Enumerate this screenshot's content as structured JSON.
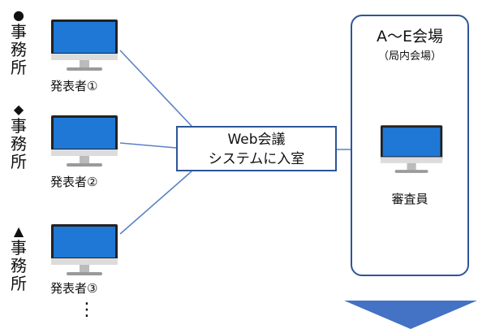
{
  "offices": [
    {
      "marker": "●",
      "label": [
        "事",
        "務",
        "所"
      ],
      "presenter": "発表者①"
    },
    {
      "marker": "◆",
      "label": [
        "事",
        "務",
        "所"
      ],
      "presenter": "発表者②"
    },
    {
      "marker": "▲",
      "label": [
        "事",
        "務",
        "所"
      ],
      "presenter": "発表者③"
    }
  ],
  "continuation": "⋮",
  "web_system": {
    "line1": "Web会議",
    "line2": "システムに入室"
  },
  "venue": {
    "title": "A～E会場",
    "subtitle": "（局内会場）",
    "reviewer": "審査員"
  },
  "bottom_text": "",
  "colors": {
    "border": "#2e5597",
    "line": "#5b82c6",
    "arrow": "#4472c4",
    "screen": "#1f78d6"
  }
}
